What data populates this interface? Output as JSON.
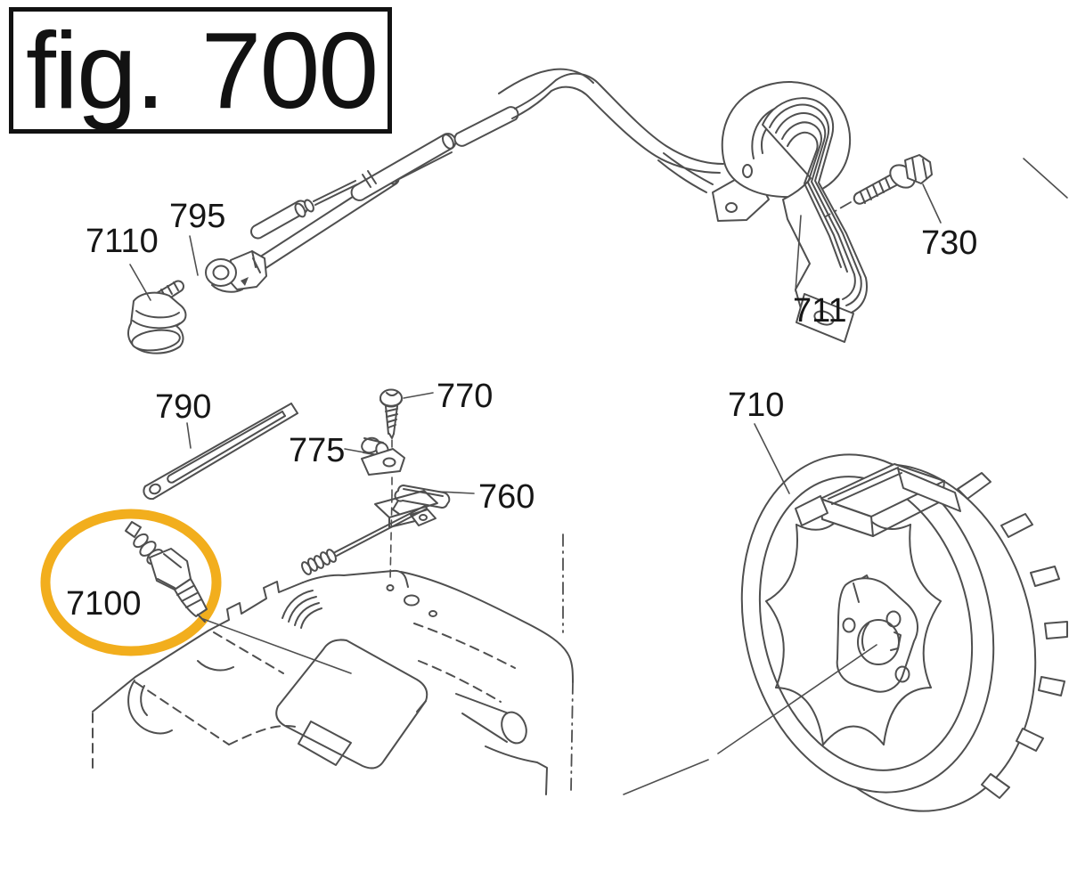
{
  "figure": {
    "title": "fig. 700"
  },
  "diagram": {
    "line_color": "#4f4f4f",
    "label_color": "#161616",
    "background": "#ffffff"
  },
  "highlight": {
    "color": "#F2AE1D",
    "part_number": "7100"
  },
  "part_labels": [
    {
      "number": "7110"
    },
    {
      "number": "795"
    },
    {
      "number": "730"
    },
    {
      "number": "711"
    },
    {
      "number": "790"
    },
    {
      "number": "770"
    },
    {
      "number": "775"
    },
    {
      "number": "760"
    },
    {
      "number": "710"
    },
    {
      "number": "7100"
    }
  ]
}
